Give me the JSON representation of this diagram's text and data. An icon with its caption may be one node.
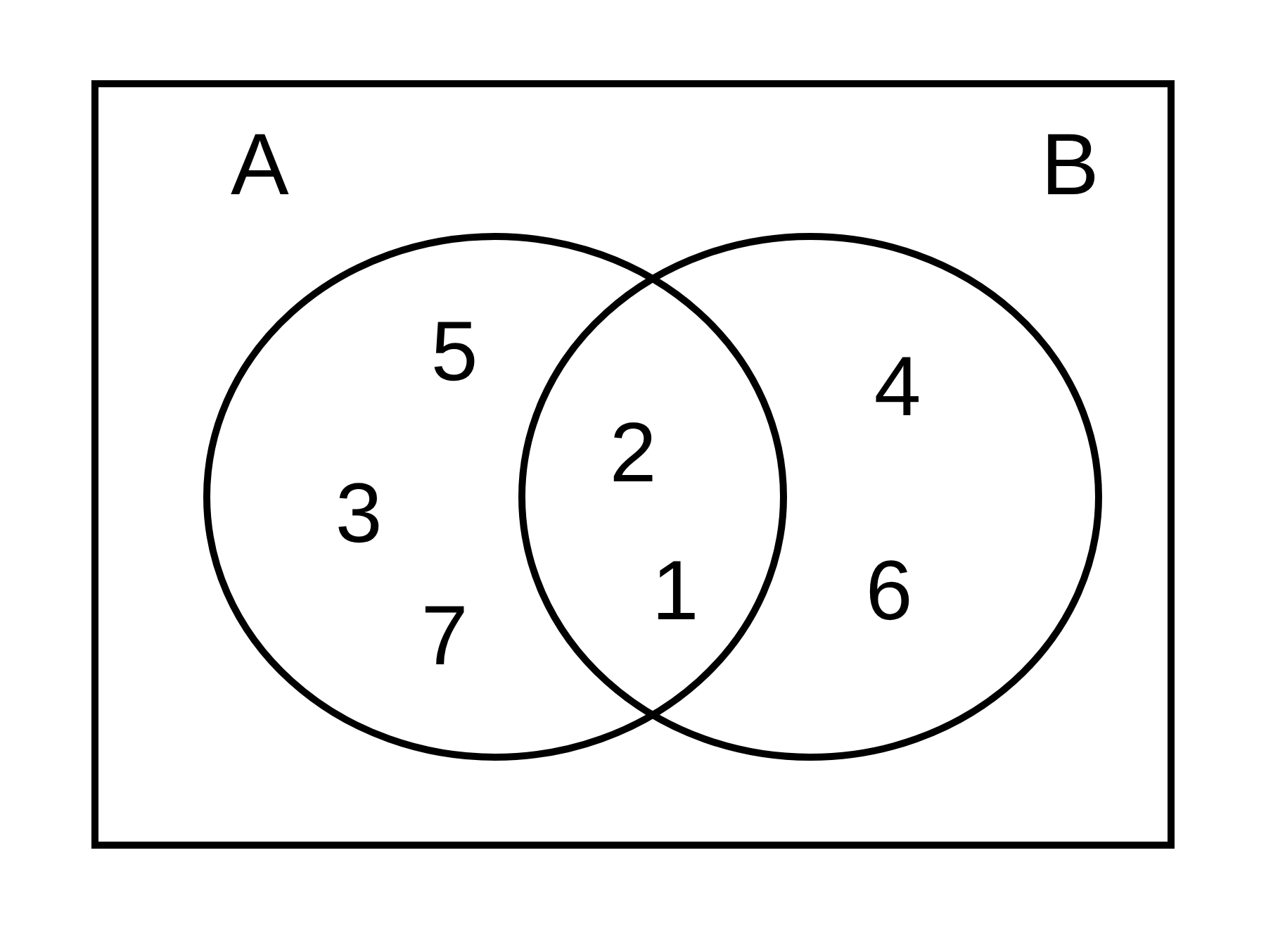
{
  "diagram": {
    "nodes": [
      {
        "text": [],
        "shape": "box"
      },
      {
        "text": [
          "A"
        ],
        "in": 0
      },
      {
        "text": [
          "B"
        ],
        "in": 0
      }
    ],
    "labels": [
      "5",
      "4",
      "2",
      "3",
      "1",
      "6",
      "7"
    ]
  }
}
